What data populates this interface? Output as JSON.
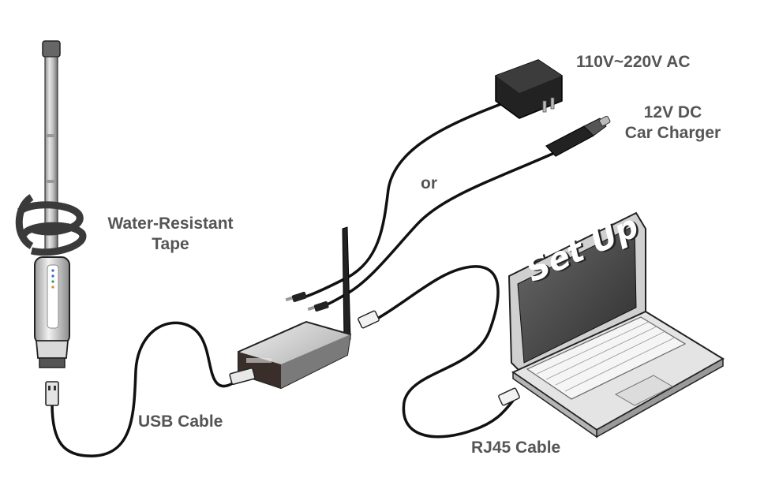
{
  "labels": {
    "ac_adapter": "110V~220V AC",
    "car_charger_line1": "12V DC",
    "car_charger_line2": "Car Charger",
    "or": "or",
    "tape_line1": "Water-Resistant",
    "tape_line2": "Tape",
    "usb_cable": "USB Cable",
    "rj45_cable": "RJ45 Cable",
    "screen_text": "Set Up"
  },
  "colors": {
    "label_text": "#555555",
    "cable": "#111111",
    "tape": "#3a3a3a",
    "device_body": "#c9c9c9",
    "laptop_screen": "#4a4a4a"
  }
}
